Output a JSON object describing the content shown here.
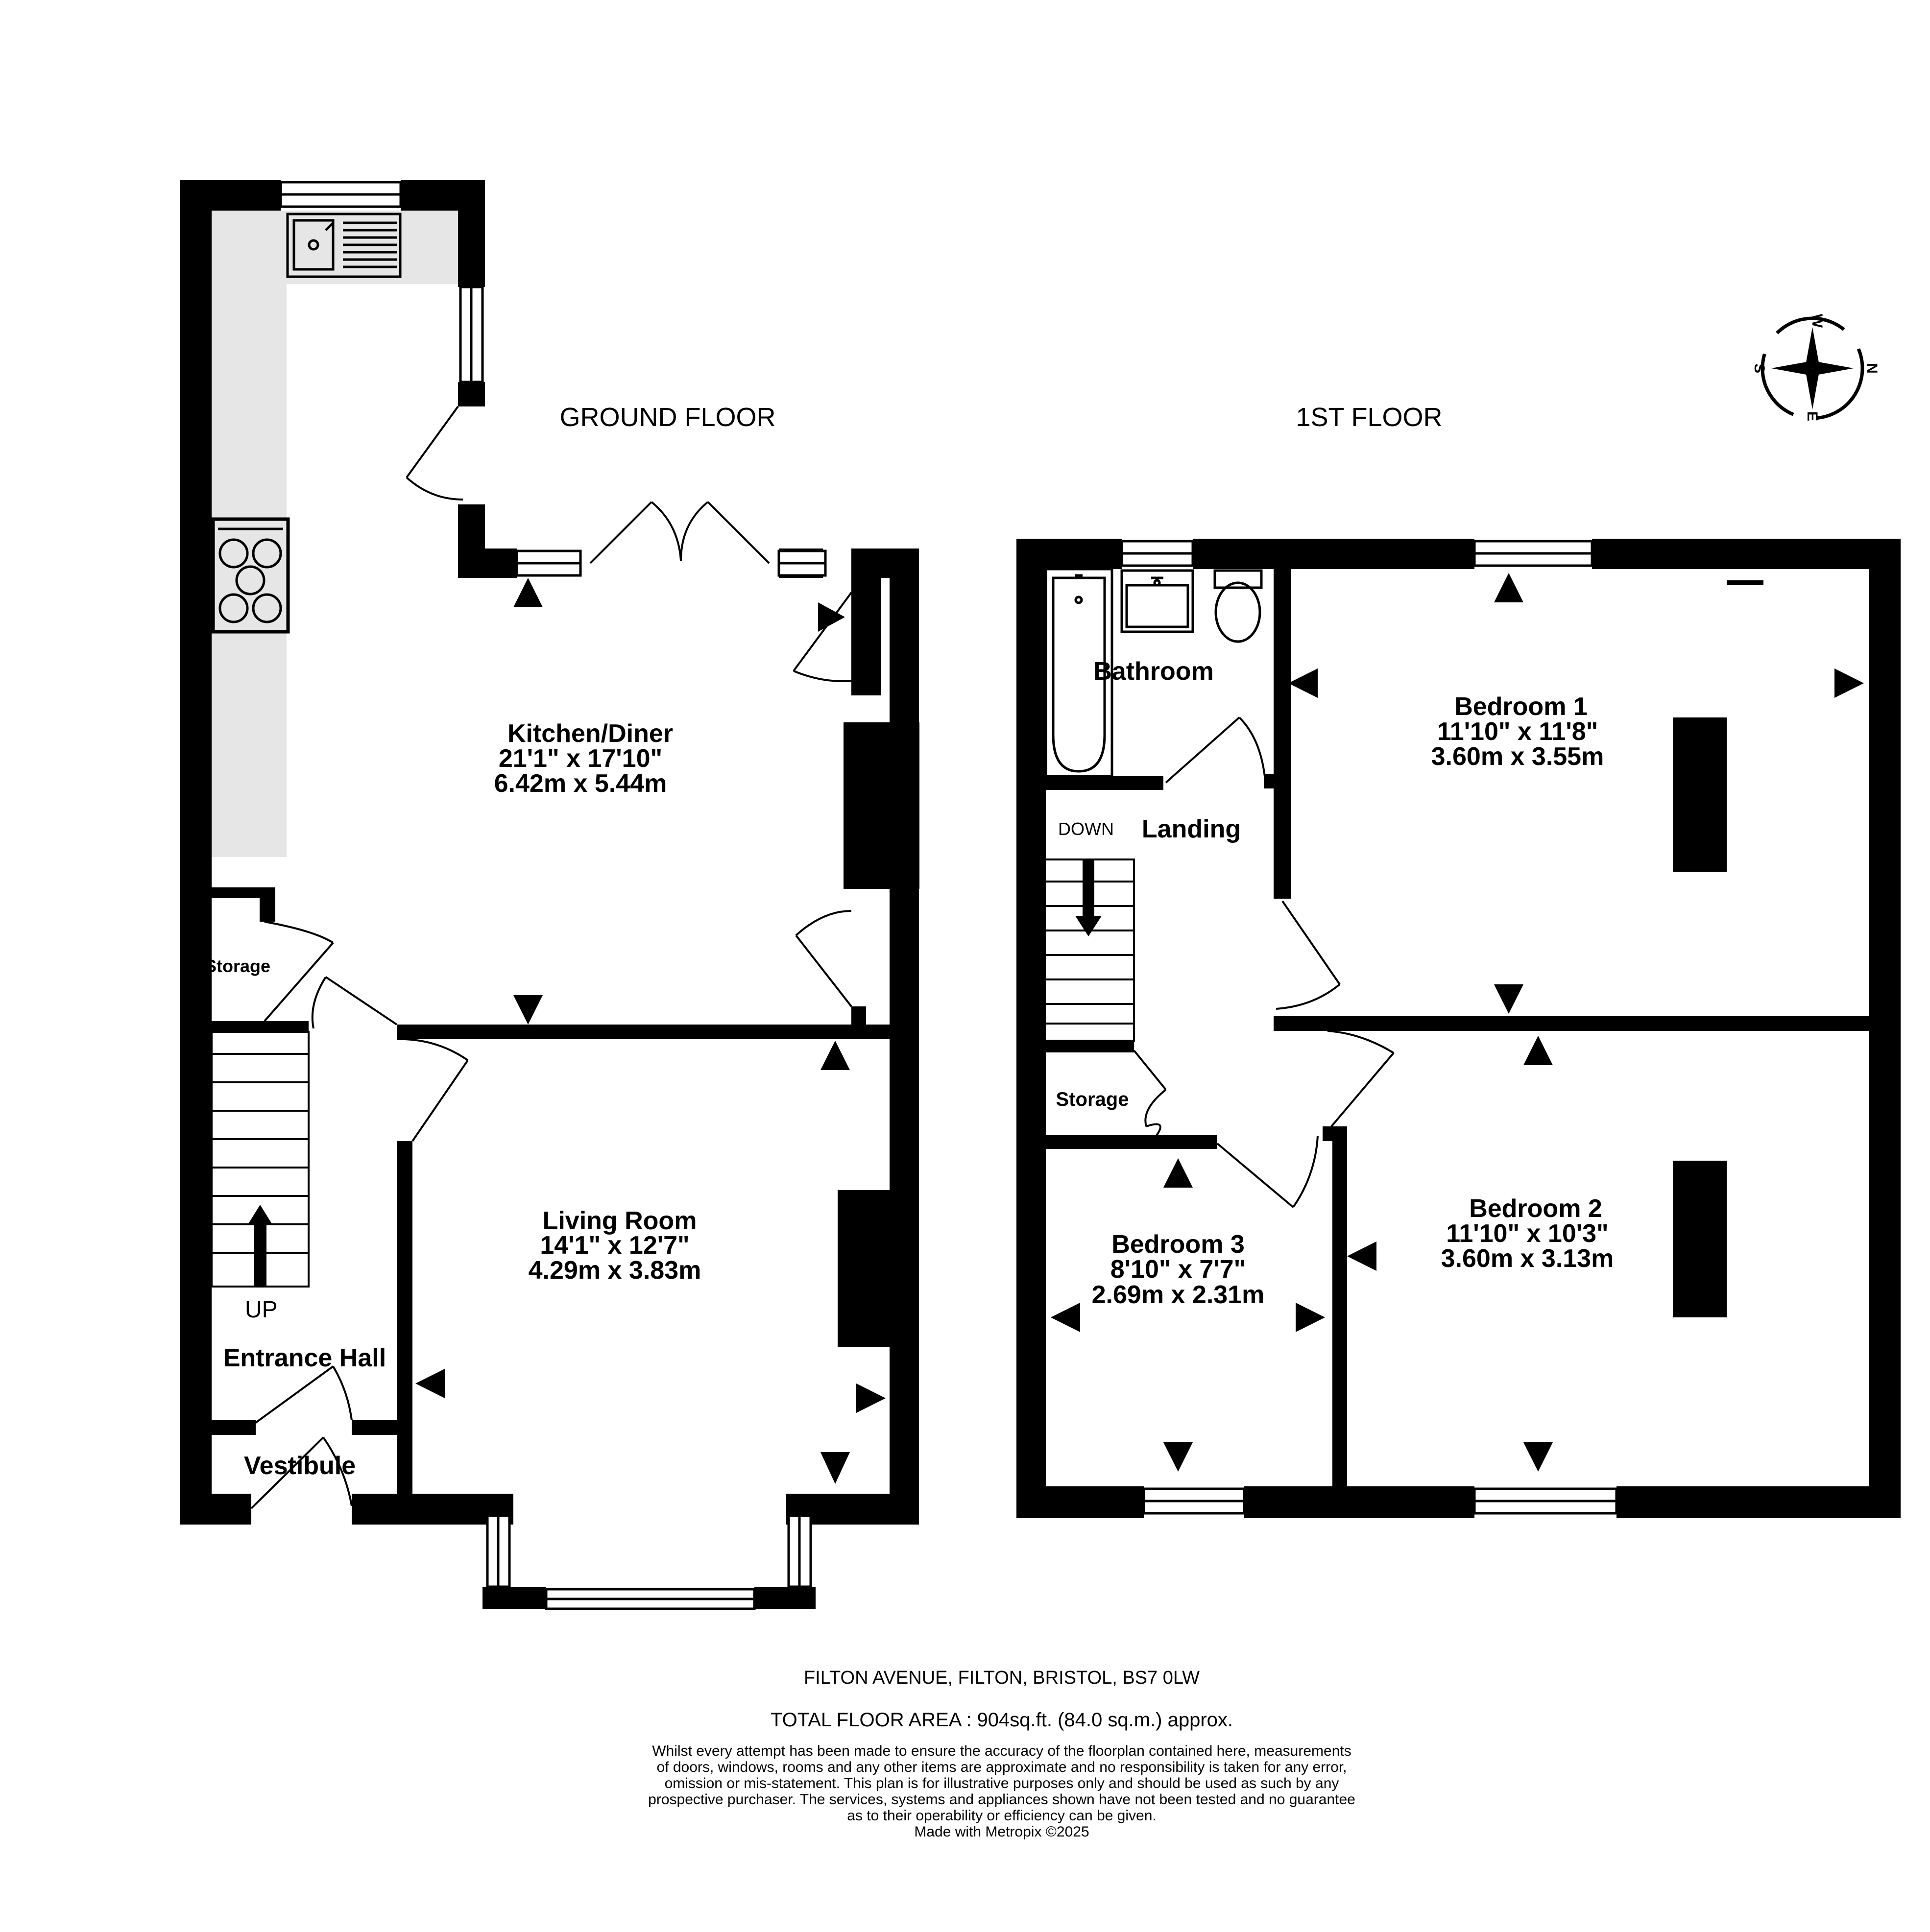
{
  "floors": {
    "ground": {
      "label": "GROUND FLOOR",
      "rooms": {
        "kitchen": {
          "name": "Kitchen/Diner",
          "imperial": "21'1\"  x 17'10\"",
          "metric": "6.42m  x 5.44m"
        },
        "living": {
          "name": "Living Room",
          "imperial": "14'1\"  x 12'7\"",
          "metric": "4.29m  x 3.83m"
        },
        "storage": {
          "name": "Storage"
        },
        "entrance": {
          "name": "Entrance Hall"
        },
        "vestibule": {
          "name": "Vestibule"
        }
      },
      "stairs_label": "UP"
    },
    "first": {
      "label": "1ST FLOOR",
      "rooms": {
        "bathroom": {
          "name": "Bathroom"
        },
        "landing": {
          "name": "Landing"
        },
        "storage": {
          "name": "Storage"
        },
        "bedroom1": {
          "name": "Bedroom 1",
          "imperial": "11'10\"  x 11'8\"",
          "metric": "3.60m  x 3.55m"
        },
        "bedroom2": {
          "name": "Bedroom 2",
          "imperial": "11'10\"  x 10'3\"",
          "metric": "3.60m  x 3.13m"
        },
        "bedroom3": {
          "name": "Bedroom 3",
          "imperial": "8'10\"  x 7'7\"",
          "metric": "2.69m  x 2.31m"
        }
      },
      "stairs_label": "DOWN"
    }
  },
  "compass": {
    "north": "N",
    "south": "S",
    "east": "E",
    "west": "W"
  },
  "footer": {
    "address": "FILTON AVENUE, FILTON, BRISTOL, BS7 0LW",
    "total_area": "TOTAL FLOOR AREA : 904sq.ft. (84.0 sq.m.) approx.",
    "disclaimer": [
      "Whilst every attempt has been made to ensure the accuracy of the floorplan contained here, measurements",
      "of doors, windows, rooms and any other items are approximate and no responsibility is taken for any error,",
      "omission or mis-statement. This plan is for illustrative purposes only and should be used as such by any",
      "prospective purchaser. The services, systems and appliances shown have not been tested and no guarantee",
      "as to their operability or efficiency can be given."
    ],
    "credit": "Made with Metropix ©2025"
  },
  "colors": {
    "wall": "#000000",
    "worktop": "#e6e6e6",
    "background": "#ffffff"
  }
}
